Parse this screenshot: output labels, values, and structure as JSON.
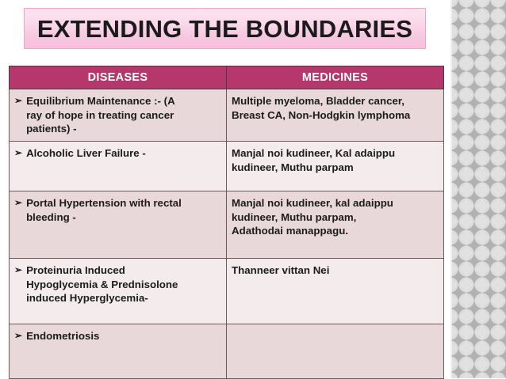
{
  "slide": {
    "title": "EXTENDING THE BOUNDARIES",
    "accent_color": "#b5376b",
    "title_band_color": "#f7c7e0",
    "row_shade_dark": "#e9d8d9",
    "row_shade_light": "#f4ecec",
    "pattern_color": "#bdbdbd"
  },
  "table": {
    "columns": [
      "DISEASES",
      "MEDICINES"
    ],
    "bullet_glyph": "➢",
    "rows": [
      {
        "disease_lines": [
          "Equilibrium Maintenance :- (A",
          "ray of hope in treating cancer",
          "patients) -"
        ],
        "medicine_lines": [
          "Multiple myeloma, Bladder cancer,",
          "Breast CA, Non-Hodgkin lymphoma"
        ]
      },
      {
        "disease_lines": [
          "Alcoholic Liver Failure -"
        ],
        "medicine_lines": [
          "Manjal noi kudineer, Kal adaippu",
          "kudineer, Muthu parpam"
        ]
      },
      {
        "disease_lines": [
          "Portal Hypertension with rectal",
          "bleeding -"
        ],
        "medicine_lines": [
          "Manjal noi kudineer, kal adaippu",
          "kudineer, Muthu parpam,",
          "Adathodai manappagu."
        ]
      },
      {
        "disease_lines": [
          "Proteinuria Induced",
          "Hypoglycemia & Prednisolone",
          "induced Hyperglycemia-"
        ],
        "medicine_lines": [
          "Thanneer vittan Nei"
        ]
      },
      {
        "disease_lines": [
          "Endometriosis"
        ],
        "medicine_lines": []
      }
    ]
  }
}
